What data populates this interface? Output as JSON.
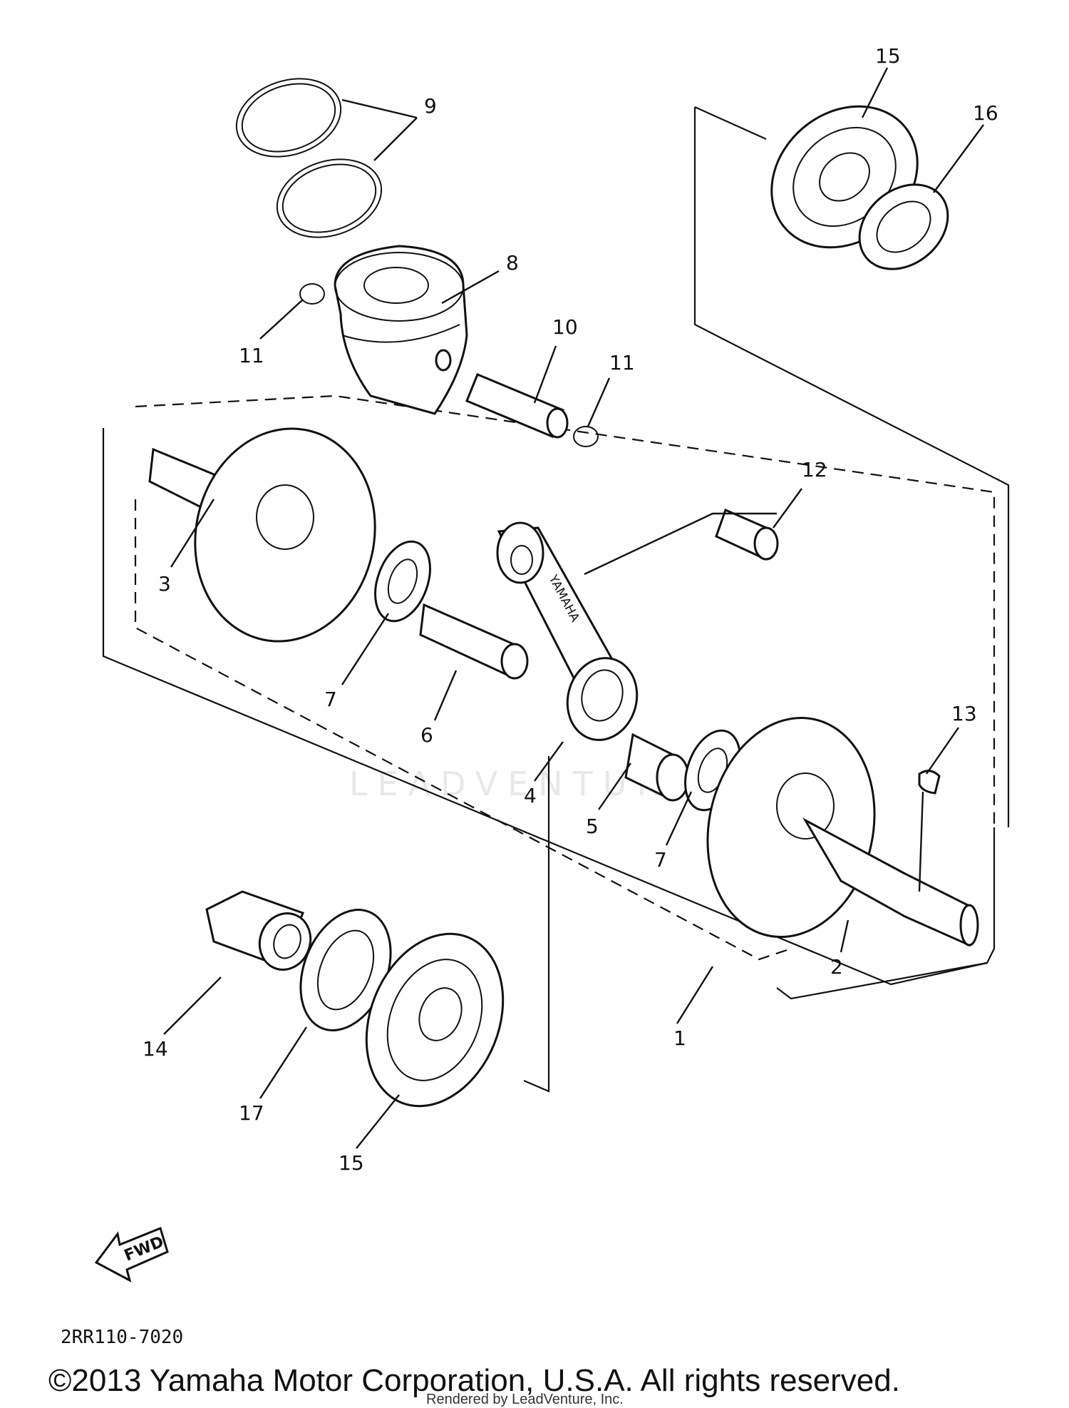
{
  "diagram": {
    "part_labels": {
      "p1": "1",
      "p2": "2",
      "p3": "3",
      "p4": "4",
      "p5": "5",
      "p6": "6",
      "p7a": "7",
      "p7b": "7",
      "p8": "8",
      "p9": "9",
      "p10": "10",
      "p11a": "11",
      "p11b": "11",
      "p12": "12",
      "p13": "13",
      "p14": "14",
      "p15a": "15",
      "p15b": "15",
      "p16": "16",
      "p17": "17"
    },
    "rod_stamp": "YAMAHA",
    "direction_arrow": "FWD",
    "diagram_code": "2RR110-7020",
    "watermark": "LEADVENTURE"
  },
  "footer": {
    "copyright": "©2013 Yamaha Motor Corporation, U.S.A. All rights reserved.",
    "rendered_by": "Rendered by LeadVenture, Inc."
  }
}
